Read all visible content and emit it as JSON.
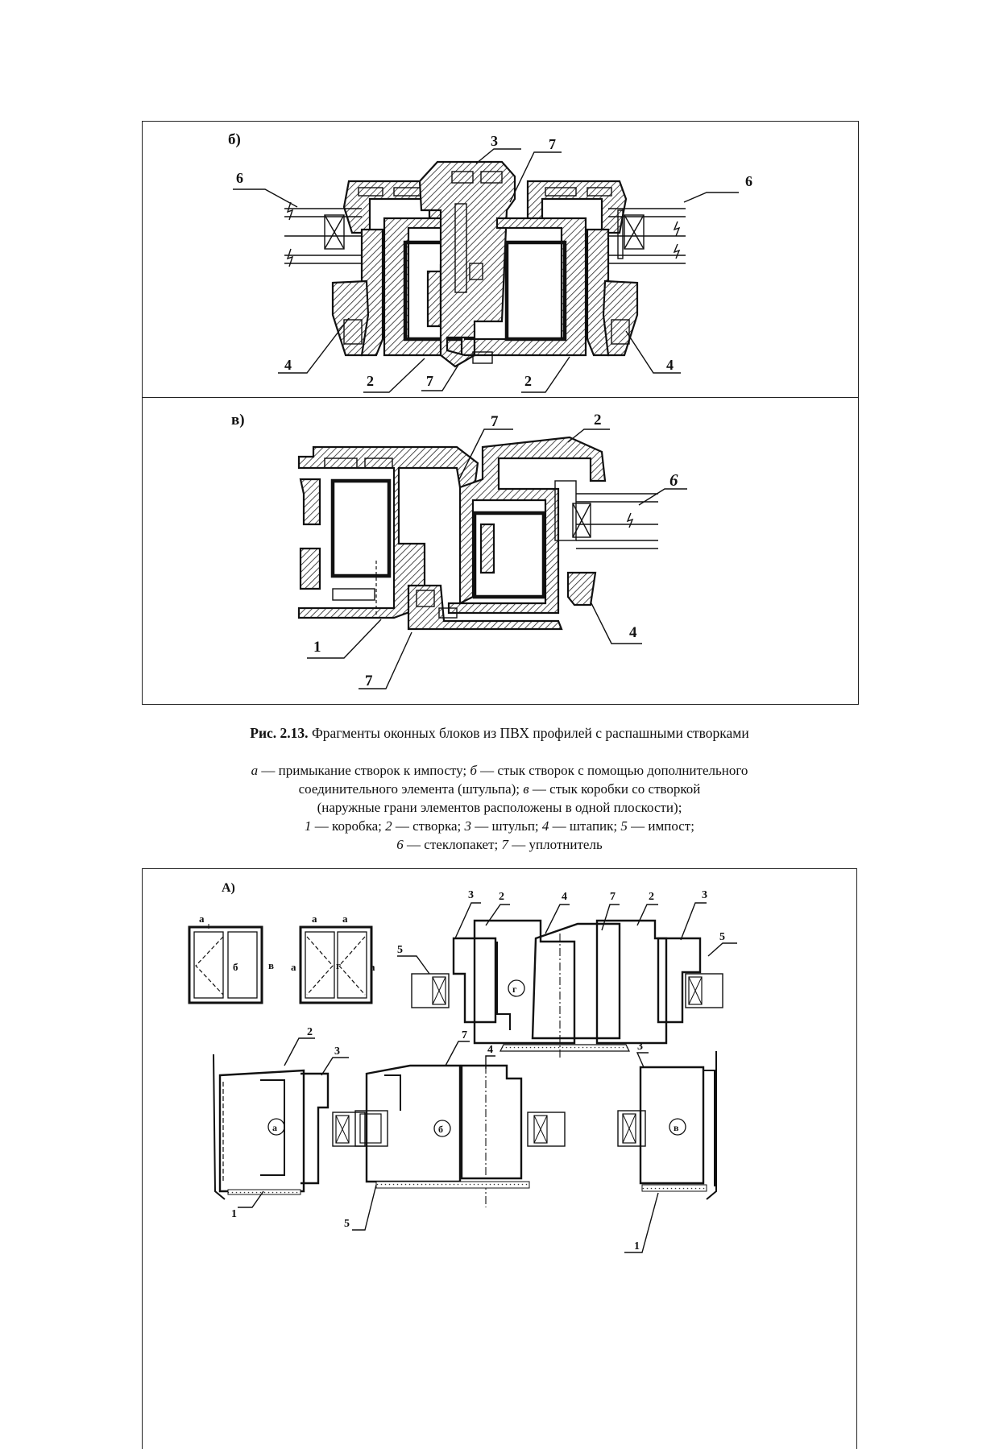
{
  "figure_top": {
    "panel_b": {
      "label": "б)",
      "callouts": [
        "3",
        "7",
        "6",
        "6",
        "4",
        "4",
        "2",
        "7",
        "2"
      ]
    },
    "panel_v": {
      "label": "в)",
      "callouts": [
        "7",
        "2",
        "6",
        "1",
        "4",
        "7"
      ]
    }
  },
  "caption": {
    "title_bold": "Рис. 2.13.",
    "title_rest": " Фрагменты оконных блоков из ПВХ профилей с распашными створками",
    "legend": [
      {
        "k": "а",
        "t": " — примыкание створок к импосту; "
      },
      {
        "k": "б",
        "t": " — стык створок с помощью дополнительного"
      },
      {
        "k": "",
        "t": "соединительного элемента (штульпа); "
      },
      {
        "k": "в",
        "t": " — стык коробки со створкой"
      },
      {
        "k": "",
        "t": "(наружные грани элементов расположены в одной плоскости);"
      },
      {
        "k": "1",
        "t": " — коробка; "
      },
      {
        "k": "2",
        "t": " — створка; "
      },
      {
        "k": "3",
        "t": " — штульп; "
      },
      {
        "k": "4",
        "t": " — штапик; "
      },
      {
        "k": "5",
        "t": " — импост;"
      },
      {
        "k": "6",
        "t": " — стеклопакет; "
      },
      {
        "k": "7",
        "t": " — уплотнитель"
      }
    ]
  },
  "figure_bottom": {
    "label": "А)",
    "scheme_labels": [
      "а",
      "б",
      "в",
      "а",
      "а",
      "а",
      "г",
      "а"
    ],
    "section_labels": [
      "г",
      "а",
      "б",
      "в"
    ],
    "callouts_top": [
      "3",
      "2",
      "4",
      "7",
      "2",
      "3",
      "5",
      "5"
    ],
    "callouts_bottom": [
      "2",
      "3",
      "7",
      "4",
      "3",
      "1",
      "5",
      "1"
    ]
  }
}
